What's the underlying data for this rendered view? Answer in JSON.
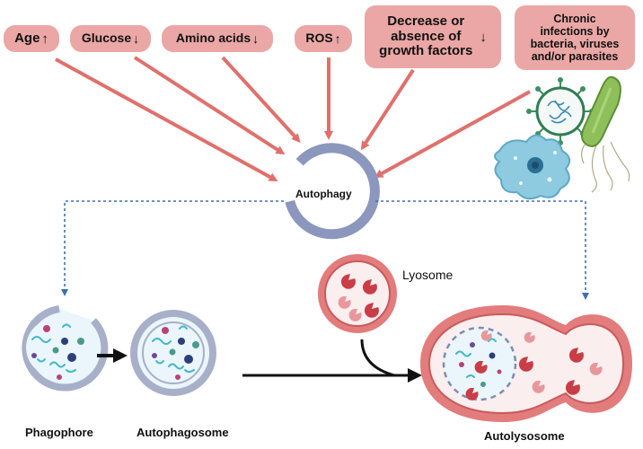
{
  "factors": [
    {
      "label": "Age",
      "direction": "increase",
      "symbol": "↑"
    },
    {
      "label": "Glucose",
      "direction": "decrease",
      "symbol": "↓"
    },
    {
      "label": "Amino acids",
      "direction": "decrease",
      "symbol": "↓"
    },
    {
      "label": "ROS",
      "direction": "increase",
      "symbol": "↑"
    },
    {
      "label": "Decrease or\nabsence of\ngrowth factors",
      "direction": "decrease",
      "symbol": "↓"
    },
    {
      "label": "Chronic\ninfections by\nbacteria, viruses\nand/or parasites"
    }
  ],
  "center": {
    "label": "Autophagy"
  },
  "stages": {
    "phagophore": "Phagophore",
    "autophagosome": "Autophagosome",
    "lysosome": "Lyosome",
    "autolysosome": "Autolysosome"
  },
  "colors": {
    "pill": "#eaa7a5",
    "arrow": "#e0706c",
    "ring": "#8c97bd",
    "dotted": "#3b6fb3",
    "membrane": "#a7b0c8",
    "lysosome": "#e37c7c",
    "cargo": "#c93d47"
  },
  "icons": [
    "virus-icon",
    "bacterium-icon",
    "amoeba-icon"
  ]
}
